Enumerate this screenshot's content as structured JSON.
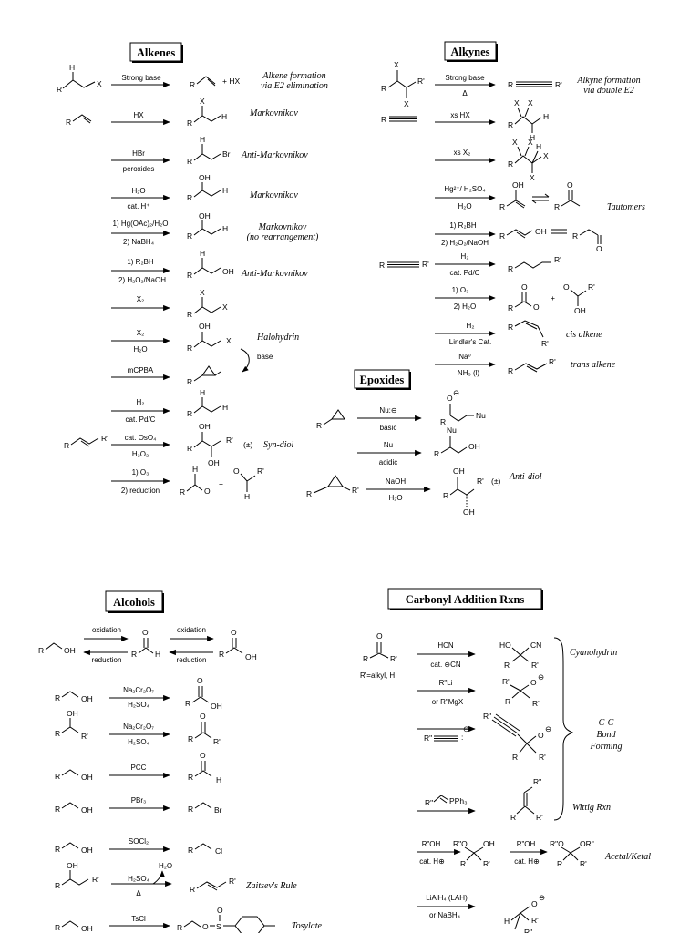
{
  "headings": {
    "alkenes": "Alkenes",
    "alkynes": "Alkynes",
    "epoxides": "Epoxides",
    "alcohols": "Alcohols",
    "carbonyl": "Carbonyl Addition Rxns"
  },
  "alkenes": {
    "r1": {
      "reagent": "Strong base",
      "plus": "+  HX",
      "note1": "Alkene formation",
      "note2": "via E2 elimination"
    },
    "r2": {
      "reagent": "HX",
      "note": "Markovnikov"
    },
    "r3": {
      "reagent": "HBr",
      "below": "peroxides",
      "note": "Anti-Markovnikov"
    },
    "r4": {
      "reagent": "H₂O",
      "below": "cat. H⁺",
      "note": "Markovnikov"
    },
    "r5": {
      "reagent": "1) Hg(OAc)₂/H₂O",
      "below": "2) NaBH₄",
      "note1": "Markovnikov",
      "note2": "(no rearrangement)"
    },
    "r6": {
      "reagent": "1) R₂BH",
      "below": "2) H₂O₂/NaOH",
      "note": "Anti-Markovnikov"
    },
    "r7": {
      "reagent": "X₂"
    },
    "r8": {
      "reagent": "X₂",
      "below": "H₂O",
      "note": "Halohydrin",
      "base": "base"
    },
    "r9": {
      "reagent": "mCPBA"
    },
    "r10": {
      "reagent": "H₂",
      "below": "cat. Pd/C"
    },
    "r11": {
      "reagent": "cat. OsO₄",
      "below": "H₂O₂",
      "note": "Syn-diol",
      "pm": "(±)"
    },
    "r12": {
      "reagent": "1) O₃",
      "below": "2) reduction",
      "plus": "+"
    }
  },
  "alkynes": {
    "r1": {
      "reagent": "Strong base",
      "below": "Δ",
      "note1": "Alkyne formation",
      "note2": "via double E2"
    },
    "r2": {
      "reagent": "xs HX"
    },
    "r3": {
      "reagent": "xs X₂"
    },
    "r4": {
      "reagent": "Hg²⁺/ H₂SO₄",
      "below": "H₂O",
      "note": "Tautomers"
    },
    "r5": {
      "reagent": "1) R₂BH",
      "below": "2) H₂O₂/NaOH"
    },
    "r6": {
      "reagent": "H₂",
      "below": "cat. Pd/C"
    },
    "r7": {
      "reagent": "1) O₃",
      "below": "2) H₂O",
      "plus": "+"
    },
    "r8": {
      "reagent": "H₂",
      "below": "Lindlar's Cat.",
      "note": "cis alkene"
    },
    "r9": {
      "reagent": "Na⁰",
      "below": "NH₃ (l)",
      "note": "trans alkene"
    }
  },
  "epoxides": {
    "r1": {
      "reagent": "Nu:⊖",
      "below": "basic"
    },
    "r2": {
      "reagent": "Nu",
      "below": "acidic"
    },
    "r3": {
      "reagent": "NaOH",
      "below": "H₂O",
      "note": "Anti-diol",
      "pm": "(±)"
    }
  },
  "alcohols": {
    "r0": {
      "ox1": "oxidation",
      "red1": "reduction",
      "ox2": "oxidation",
      "red2": "reduction"
    },
    "r1": {
      "reagent": "Na₂Cr₂O₇",
      "below": "H₂SO₄"
    },
    "r2": {
      "reagent": "Na₂Cr₂O₇",
      "below": "H₂SO₄"
    },
    "r3": {
      "reagent": "PCC"
    },
    "r4": {
      "reagent": "PBr₃"
    },
    "r5": {
      "reagent": "SOCl₂"
    },
    "r6": {
      "reagent": "H₂SO₄",
      "below": "Δ",
      "water": "H₂O",
      "note": "Zaitsev's Rule"
    },
    "r7": {
      "reagent": "TsCl",
      "note": "Tosylate"
    }
  },
  "carbonyl": {
    "sub_note": "R'=alkyl, H",
    "r1": {
      "reagent": "HCN",
      "below": "cat. ⊖CN",
      "note": "Cyanohydrin"
    },
    "r2": {
      "reagent": "R\"Li",
      "below": "or  R\"MgX"
    },
    "r3": {},
    "r4": {
      "note": "Wittig Rxn",
      "ylide": "PPh₃"
    },
    "bracket1": "C-C",
    "bracket2": "Bond",
    "bracket3": "Forming",
    "r5": {
      "reagent1": "R\"OH",
      "below1": "cat. H⊕",
      "reagent2": "R\"OH",
      "below2": "cat. H⊕",
      "note": "Acetal/Ketal"
    },
    "r6": {
      "reagent": "LiAlH₄ (LAH)",
      "below": "or  NaBH₄"
    }
  }
}
